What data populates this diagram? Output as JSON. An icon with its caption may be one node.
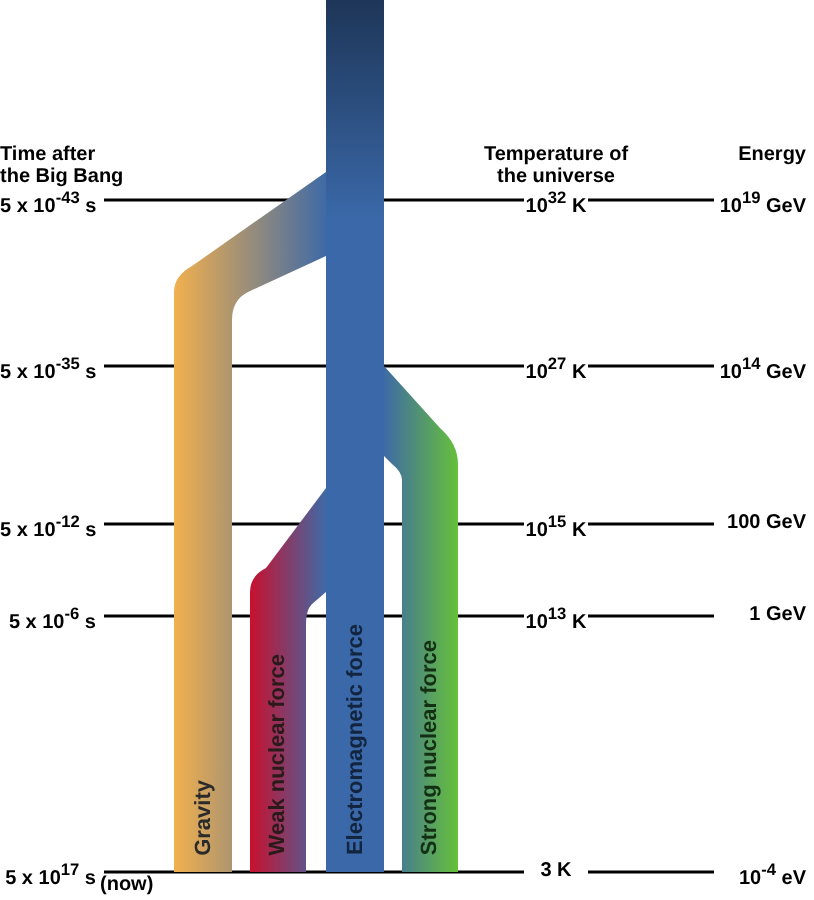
{
  "diagram": {
    "nodes": [
      {
        "text": [
          "Gravity"
        ]
      },
      {
        "text": [
          "Weak nuclear force"
        ]
      },
      {
        "text": [
          "Electromagnetic force"
        ]
      },
      {
        "text": [
          "Strong nuclear force"
        ]
      }
    ],
    "labels": [
      "Time after the Big Bang",
      "Temperature of the universe",
      "Energy",
      "5 x 10$^{-43}$ s",
      "10$^{32}$ K",
      "10$^{19}$ GeV",
      "5 x 10$^{-35}$ s",
      "10$^{27}$ K",
      "10$^{14}$ GeV",
      "5 x 10$^{-12}$ s",
      "10$^{15}$ K",
      "100 GeV",
      "5 x 10$^{-6}$ s",
      "10$^{13}$ K",
      "1 GeV",
      "5 x 10$^{17}$ s",
      "(now)",
      "3 K",
      "10$^{-4}$ eV"
    ]
  }
}
